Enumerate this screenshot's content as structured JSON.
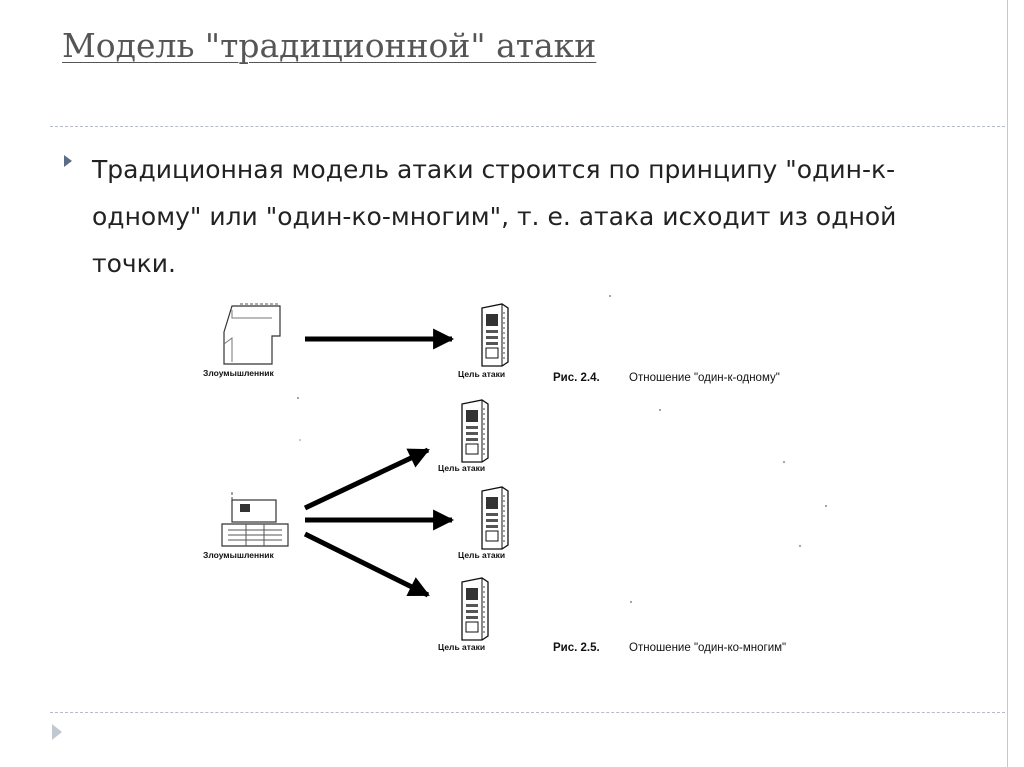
{
  "slide": {
    "title": "Модель \"традиционной\" атаки",
    "body": "Традиционная модель атаки строится по принципу \"один-к-одному\" или \"один-ко-многим\", т. е. атака исходит из одной точки."
  },
  "fig1": {
    "attacker_label": "Злоумышленник",
    "target_label": "Цель атаки",
    "caption_num": "Рис. 2.4.",
    "caption_text": "Отношение \"один-к-одному\""
  },
  "fig2": {
    "attacker_label": "Злоумышленник",
    "target_labels": [
      "Цель атаки",
      "Цель атаки",
      "Цель атаки"
    ],
    "caption_num": "Рис. 2.5.",
    "caption_text": "Отношение \"один-ко-многим\""
  },
  "icons": {
    "bullet": "triangle-right-icon",
    "attacker": "workstation-icon",
    "target": "server-tower-icon",
    "nav": "triangle-right-icon"
  },
  "colors": {
    "title": "#555555",
    "bullet": "#5b6d86",
    "separator": "#b5bcc8"
  }
}
